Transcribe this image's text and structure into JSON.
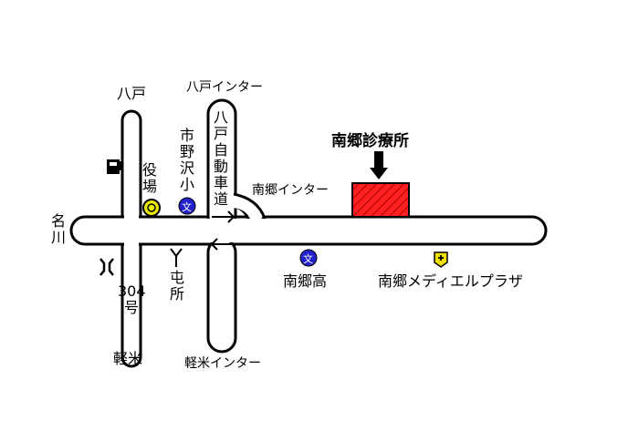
{
  "labels": {
    "hachinohe_north": "八戸",
    "hachinohe_ic": "八戸インター",
    "expressway": [
      "八",
      "戸",
      "自",
      "動",
      "車",
      "道"
    ],
    "clinic": "南郷診療所",
    "town_office": [
      "役",
      "場"
    ],
    "ichinosawa_school": [
      "市",
      "野",
      "沢",
      "小"
    ],
    "nango_ic": "南郷インター",
    "river": [
      "名",
      "川"
    ],
    "route_304": "304",
    "route_304_go": "号",
    "karumai_south": "軽米",
    "post_office": [
      "屯",
      "所"
    ],
    "karumai_ic": "軽米インター",
    "nango_high": "南郷高",
    "medical_plaza": "南郷メディエルプラザ"
  },
  "icons": {
    "school_symbol": "文",
    "colors": {
      "school": "#2222cc",
      "clinic": "#ff2020",
      "town_office": "#e8e800",
      "medical": "#f0e000"
    }
  }
}
